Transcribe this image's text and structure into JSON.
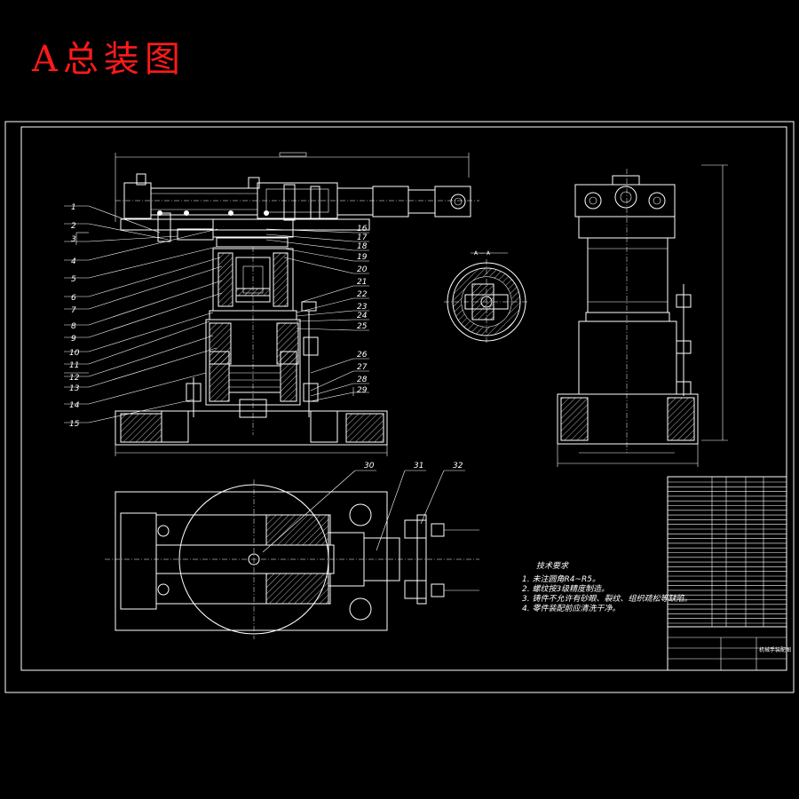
{
  "title": "A总装图",
  "balloons_left": [
    "1",
    "2",
    "3",
    "4",
    "5",
    "6",
    "7",
    "8",
    "9",
    "10",
    "11",
    "12",
    "13",
    "14",
    "15"
  ],
  "balloons_right": [
    "16",
    "17",
    "18",
    "19",
    "20",
    "21",
    "22",
    "23",
    "24",
    "25",
    "26",
    "27",
    "28",
    "29"
  ],
  "balloons_top": [
    "30",
    "31",
    "32"
  ],
  "section_label": "A — A",
  "technical_requirements": {
    "heading": "技术要求",
    "items": [
      "1. 未注圆角R4~R5。",
      "2. 螺纹按3级精度制造。",
      "3. 铸件不允许有砂眼、裂纹、组织疏松等缺陷。",
      "4. 零件装配前应清洗干净。"
    ]
  },
  "title_block": {
    "drawing_name": "机械手装配图"
  }
}
